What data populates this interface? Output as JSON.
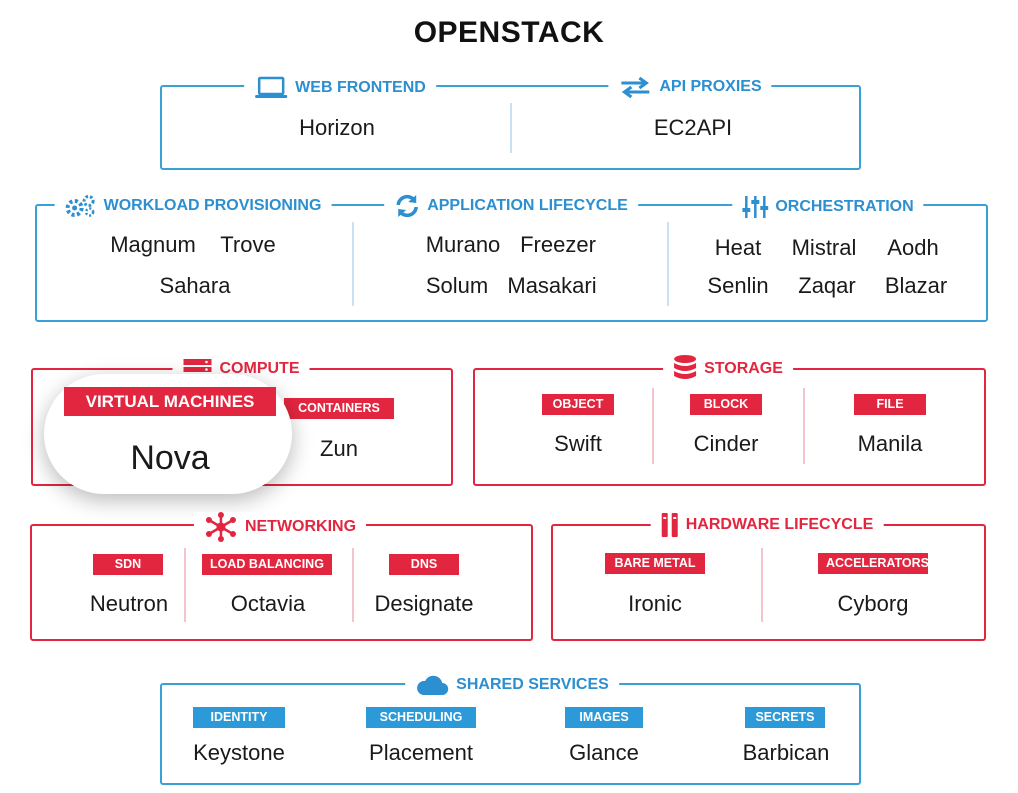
{
  "title": "OPENSTACK",
  "colors": {
    "blue": "#2c8fd0",
    "red": "#e3263f"
  },
  "web_frontend": {
    "heading": "WEB FRONTEND",
    "icon": "laptop-icon",
    "project": "Horizon"
  },
  "api_proxies": {
    "heading": "API PROXIES",
    "icon": "swap-arrows-icon",
    "project": "EC2API"
  },
  "workload": {
    "heading": "WORKLOAD PROVISIONING",
    "icon": "gears-icon",
    "projects": [
      "Magnum",
      "Trove",
      "Sahara"
    ]
  },
  "lifecycle": {
    "heading": "APPLICATION LIFECYCLE",
    "icon": "refresh-icon",
    "projects": [
      "Murano",
      "Freezer",
      "Solum",
      "Masakari"
    ]
  },
  "orchestration": {
    "heading": "ORCHESTRATION",
    "icon": "sliders-icon",
    "projects": [
      "Heat",
      "Mistral",
      "Aodh",
      "Senlin",
      "Zaqar",
      "Blazar"
    ]
  },
  "compute": {
    "heading": "COMPUTE",
    "icon": "server-icon",
    "vm_tag": "VIRTUAL MACHINES",
    "vm_project": "Nova",
    "containers_tag": "CONTAINERS",
    "containers_project": "Zun"
  },
  "storage": {
    "heading": "STORAGE",
    "icon": "database-icon",
    "items": [
      {
        "tag": "OBJECT",
        "project": "Swift"
      },
      {
        "tag": "BLOCK",
        "project": "Cinder"
      },
      {
        "tag": "FILE",
        "project": "Manila"
      }
    ]
  },
  "networking": {
    "heading": "NETWORKING",
    "icon": "network-icon",
    "items": [
      {
        "tag": "SDN",
        "project": "Neutron"
      },
      {
        "tag": "LOAD BALANCING",
        "project": "Octavia"
      },
      {
        "tag": "DNS",
        "project": "Designate"
      }
    ]
  },
  "hardware": {
    "heading": "HARDWARE LIFECYCLE",
    "icon": "hardware-icon",
    "items": [
      {
        "tag": "BARE METAL",
        "project": "Ironic"
      },
      {
        "tag": "ACCELERATORS",
        "project": "Cyborg"
      }
    ]
  },
  "shared": {
    "heading": "SHARED SERVICES",
    "icon": "cloud-icon",
    "items": [
      {
        "tag": "IDENTITY",
        "project": "Keystone"
      },
      {
        "tag": "SCHEDULING",
        "project": "Placement"
      },
      {
        "tag": "IMAGES",
        "project": "Glance"
      },
      {
        "tag": "SECRETS",
        "project": "Barbican"
      }
    ]
  }
}
